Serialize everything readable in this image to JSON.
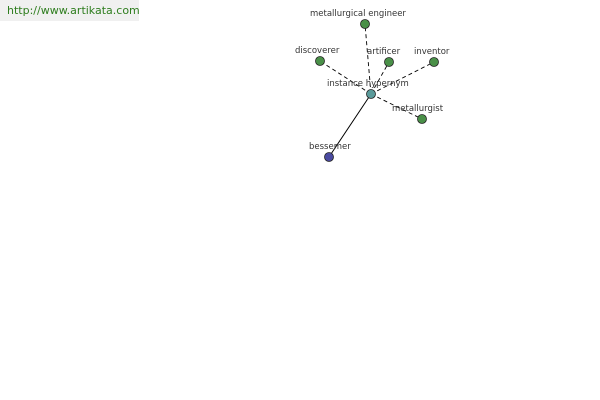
{
  "header": {
    "url": "http://www.artikata.com"
  },
  "graph": {
    "center": {
      "label": "instance hypernym",
      "color": "#5a9a9a"
    },
    "nodes": [
      {
        "id": "metallurgical-engineer",
        "label": "metallurgical engineer",
        "color": "#4a9048",
        "edge": "dashed"
      },
      {
        "id": "discoverer",
        "label": "discoverer",
        "color": "#4a9048",
        "edge": "dashed"
      },
      {
        "id": "artificer",
        "label": "artificer",
        "color": "#4a9048",
        "edge": "dashed"
      },
      {
        "id": "inventor",
        "label": "inventor",
        "color": "#4a9048",
        "edge": "dashed"
      },
      {
        "id": "metallurgist",
        "label": "metallurgist",
        "color": "#4a9048",
        "edge": "dashed"
      },
      {
        "id": "bessemer",
        "label": "bessemer",
        "color": "#4a4aa0",
        "edge": "solid"
      }
    ]
  }
}
